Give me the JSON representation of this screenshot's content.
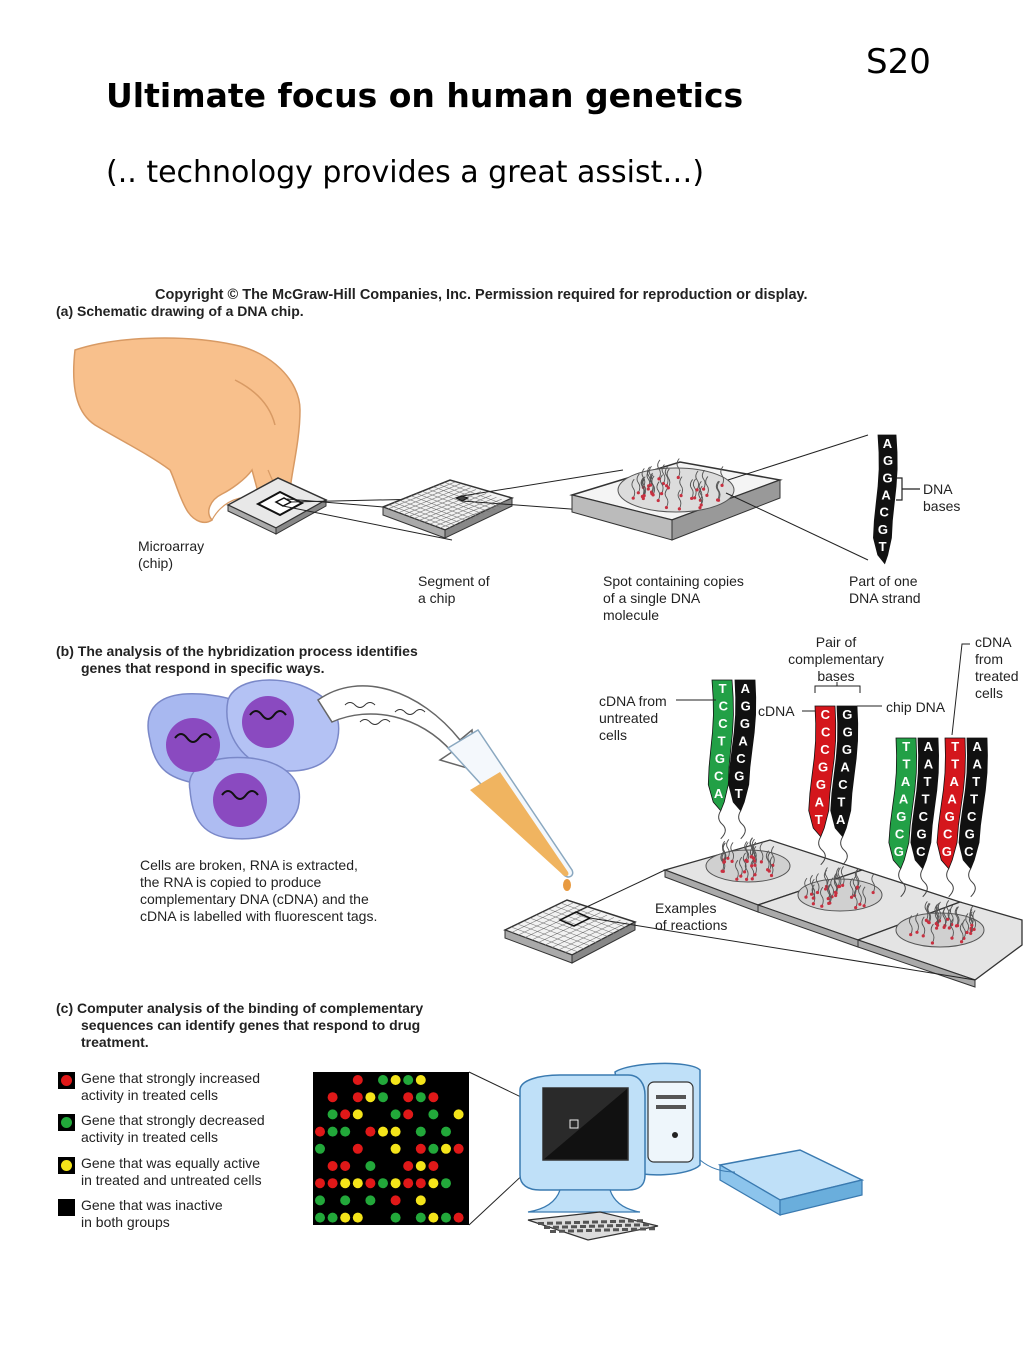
{
  "slide": {
    "number": "S20",
    "title": "Ultimate focus on human genetics",
    "subtitle": "(.. technology provides a great assist…)"
  },
  "figure": {
    "copyright": "Copyright © The McGraw-Hill Companies, Inc. Permission required for reproduction or display.",
    "part_a": {
      "heading": "(a) Schematic drawing of a DNA chip.",
      "labels": {
        "microarray": [
          "Microarray",
          "(chip)"
        ],
        "segment": [
          "Segment of",
          "a chip"
        ],
        "spot": [
          "Spot containing copies",
          "of a single DNA",
          "molecule"
        ],
        "strand": [
          "Part of one",
          "DNA strand"
        ],
        "dna_bases": [
          "DNA",
          "bases"
        ]
      },
      "strand_bases": [
        "A",
        "G",
        "G",
        "A",
        "C",
        "G",
        "T"
      ]
    },
    "part_b": {
      "heading": [
        "(b) The analysis of the hybridization process identifies",
        "genes that respond in specific ways."
      ],
      "labels": {
        "cdna_untreated": [
          "cDNA from",
          "untreated",
          "cells"
        ],
        "pair": [
          "Pair of",
          "complementary",
          "bases"
        ],
        "cdna": "cDNA",
        "chip_dna": "chip DNA",
        "cdna_treated": [
          "cDNA",
          "from",
          "treated",
          "cells"
        ],
        "process": [
          "Cells are broken, RNA is extracted,",
          "the RNA is copied to produce",
          "complementary DNA (cDNA) and the",
          "cDNA is labelled with fluorescent tags."
        ],
        "examples": [
          "Examples",
          "of reactions"
        ]
      },
      "strands": {
        "green_1": [
          "T",
          "C",
          "C",
          "T",
          "G",
          "C",
          "A"
        ],
        "black_1": [
          "A",
          "G",
          "G",
          "A",
          "C",
          "G",
          "T"
        ],
        "red_1": [
          "C",
          "C",
          "C",
          "G",
          "G",
          "A",
          "T"
        ],
        "black_2": [
          "G",
          "G",
          "G",
          "A",
          "C",
          "T",
          "A"
        ],
        "green_2": [
          "T",
          "T",
          "A",
          "A",
          "G",
          "C",
          "G"
        ],
        "black_3": [
          "A",
          "A",
          "T",
          "T",
          "C",
          "G",
          "C"
        ],
        "red_2": [
          "T",
          "T",
          "A",
          "A",
          "G",
          "C",
          "G"
        ],
        "black_4": [
          "A",
          "A",
          "T",
          "T",
          "C",
          "G",
          "C"
        ]
      }
    },
    "part_c": {
      "heading": [
        "(c) Computer analysis of the binding of complementary",
        "sequences can identify genes that respond to drug",
        "treatment."
      ],
      "legend": [
        {
          "color": "#e01818",
          "label": [
            "Gene that strongly increased",
            "activity in treated cells"
          ]
        },
        {
          "color": "#22a83a",
          "label": [
            "Gene that strongly decreased",
            "activity in treated cells"
          ]
        },
        {
          "color": "#f4e41a",
          "label": [
            "Gene that was equally active",
            "in treated and untreated cells"
          ]
        },
        {
          "color": "#000000",
          "label": [
            "Gene that was inactive",
            "in both groups"
          ]
        }
      ],
      "microarray_grid": [
        "KKKRKGYGYKKK",
        "KRKRYGKRGRKK",
        "KGRYKKGRKGKY",
        "RGGKRYYKGKGK",
        "GKKRKKYKRGYR",
        "KRRKGKKRYRKK",
        "RRYYRGYRRYGK",
        "GKGKGKRKYKKK",
        "GGYYKKGKGYGR"
      ]
    }
  },
  "colors": {
    "red": "#e01818",
    "green": "#22a83a",
    "yellow": "#f4e41a",
    "strand_red": "#d4161c",
    "strand_green": "#22a046",
    "cell": "#a8b8f0",
    "nucleus": "#8a4ac0",
    "monitor": "#bfe0f8"
  }
}
